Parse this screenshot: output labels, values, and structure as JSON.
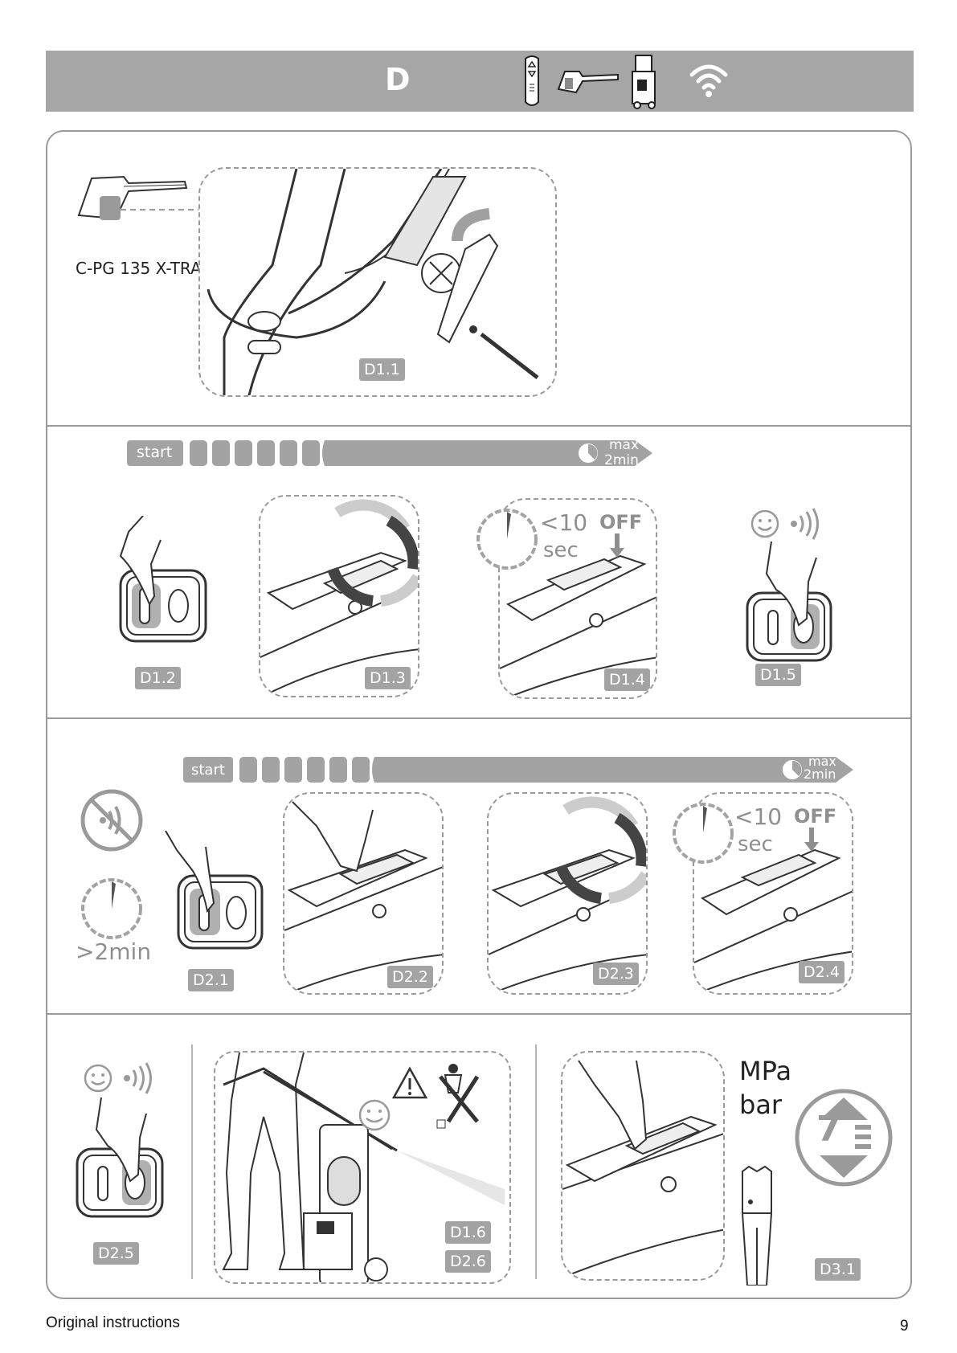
{
  "header": {
    "section_letter": "D"
  },
  "row1": {
    "model": "C-PG 135 X-TRA",
    "labels": {
      "d1_1": "D1.1"
    }
  },
  "row2": {
    "progress": {
      "start": "start",
      "max": "max",
      "time": "2min"
    },
    "timer": {
      "limit": "<10",
      "unit": "sec",
      "off": "OFF"
    },
    "labels": {
      "d1_2": "D1.2",
      "d1_3": "D1.3",
      "d1_4": "D1.4",
      "d1_5": "D1.5"
    }
  },
  "row3": {
    "progress": {
      "start": "start",
      "max": "max",
      "time": "2min"
    },
    "idle": ">2min",
    "timer": {
      "limit": "<10",
      "unit": "sec",
      "off": "OFF"
    },
    "labels": {
      "d2_1": "D2.1",
      "d2_2": "D2.2",
      "d2_3": "D2.3",
      "d2_4": "D2.4"
    }
  },
  "row4": {
    "labels": {
      "d2_5": "D2.5",
      "d1_6": "D1.6",
      "d2_6": "D2.6",
      "d3_1": "D3.1"
    },
    "units": {
      "pressure_1": "MPa",
      "pressure_2": "bar"
    },
    "dial": {
      "value": "7"
    }
  },
  "footer": {
    "left": "Original instructions",
    "page": "9"
  }
}
